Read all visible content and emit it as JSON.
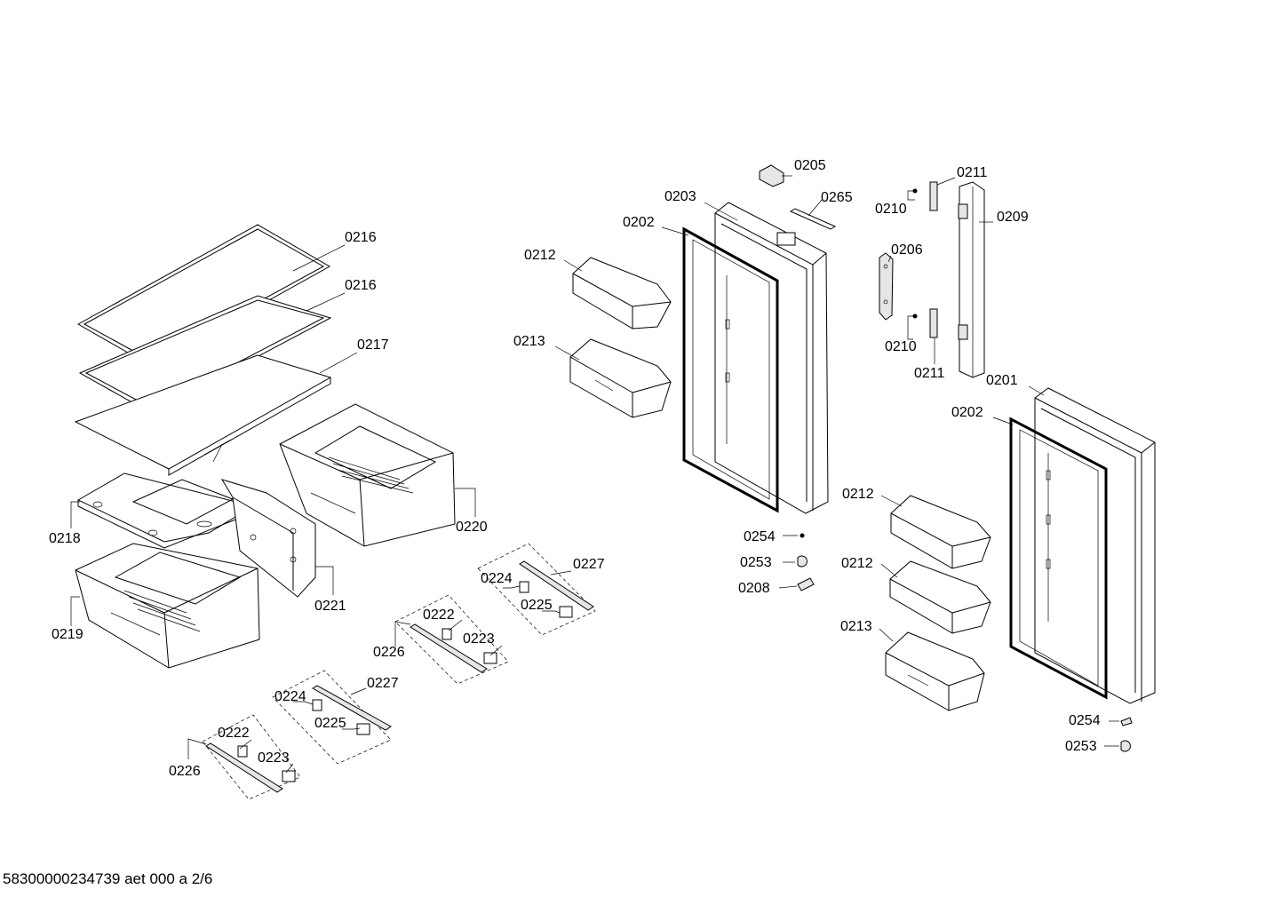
{
  "footer_code": "58300000234739 aet 000 a 2/6",
  "labels": {
    "l0216a": "0216",
    "l0216b": "0216",
    "l0217": "0217",
    "l0218": "0218",
    "l0219": "0219",
    "l0220": "0220",
    "l0221": "0221",
    "l0205": "0205",
    "l0265": "0265",
    "l0203": "0203",
    "l0202a": "0202",
    "l0212a": "0212",
    "l0213a": "0213",
    "l0210a": "0210",
    "l0211a": "0211",
    "l0209": "0209",
    "l0206": "0206",
    "l0210b": "0210",
    "l0211b": "0211",
    "l0201": "0201",
    "l0202b": "0202",
    "l0212b": "0212",
    "l0212c": "0212",
    "l0213b": "0213",
    "l0254a": "0254",
    "l0253a": "0253",
    "l0208": "0208",
    "l0254b": "0254",
    "l0253b": "0253",
    "l0224a": "0224",
    "l0227a": "0227",
    "l0225a": "0225",
    "l0222a": "0222",
    "l0223a": "0223",
    "l0226a": "0226",
    "l0224b": "0224",
    "l0227b": "0227",
    "l0225b": "0225",
    "l0222b": "0222",
    "l0223b": "0223",
    "l0226b": "0226"
  }
}
